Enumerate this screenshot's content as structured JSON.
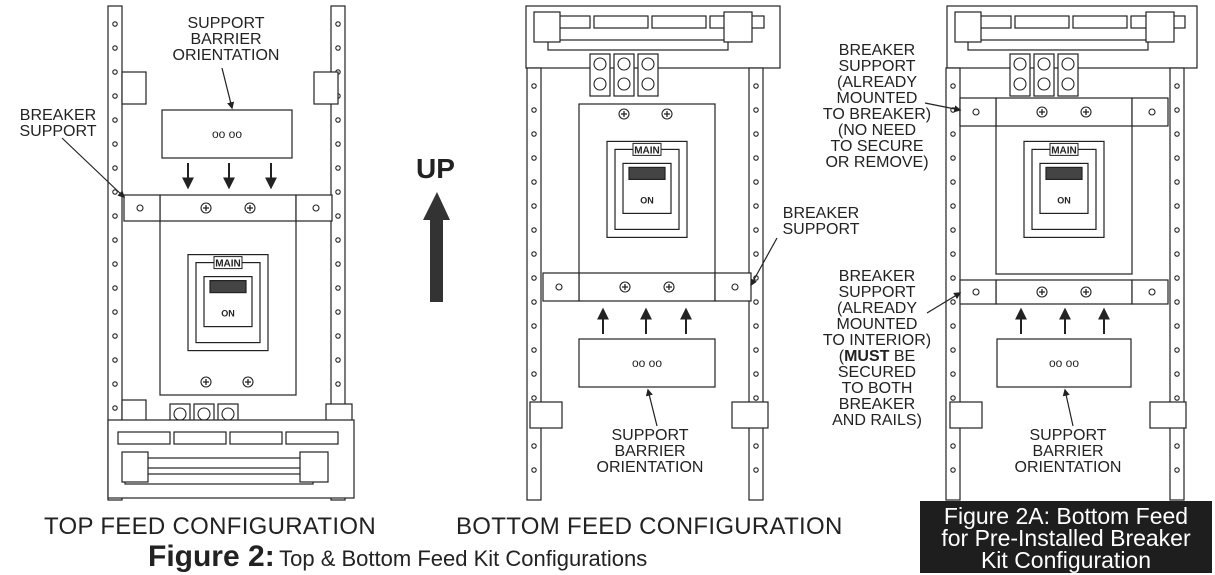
{
  "labels": {
    "support_barrier_orientation": [
      "SUPPORT",
      "BARRIER",
      "ORIENTATION"
    ],
    "breaker_support": [
      "BREAKER",
      "SUPPORT"
    ],
    "up": "UP",
    "breaker_support_mounted_breaker": [
      "BREAKER",
      "SUPPORT",
      "(ALREADY",
      "MOUNTED",
      "TO BREAKER)",
      "(NO NEED",
      "TO SECURE",
      "OR REMOVE)"
    ],
    "breaker_support_mounted_interior": {
      "lines_before": [
        "BREAKER",
        "SUPPORT",
        "(ALREADY",
        "MOUNTED",
        "TO INTERIOR)"
      ],
      "must_prefix": "(",
      "must_bold": "MUST",
      "must_suffix": " BE",
      "lines_after": [
        "SECURED",
        "TO BOTH",
        "BREAKER",
        "AND RAILS)"
      ]
    }
  },
  "captions": {
    "top_feed": "TOP FEED CONFIGURATION",
    "bottom_feed": "BOTTOM FEED CONFIGURATION",
    "figure_number": "Figure 2:",
    "figure_title": "Top & Bottom Feed Kit Configurations",
    "figure_2a": [
      "Figure 2A:  Bottom Feed",
      "for Pre-Installed Breaker",
      "Kit Configuration"
    ]
  },
  "breaker": {
    "brand_label": "MAIN",
    "handle_label": "ON"
  },
  "barrier_holes": "oo   oo"
}
